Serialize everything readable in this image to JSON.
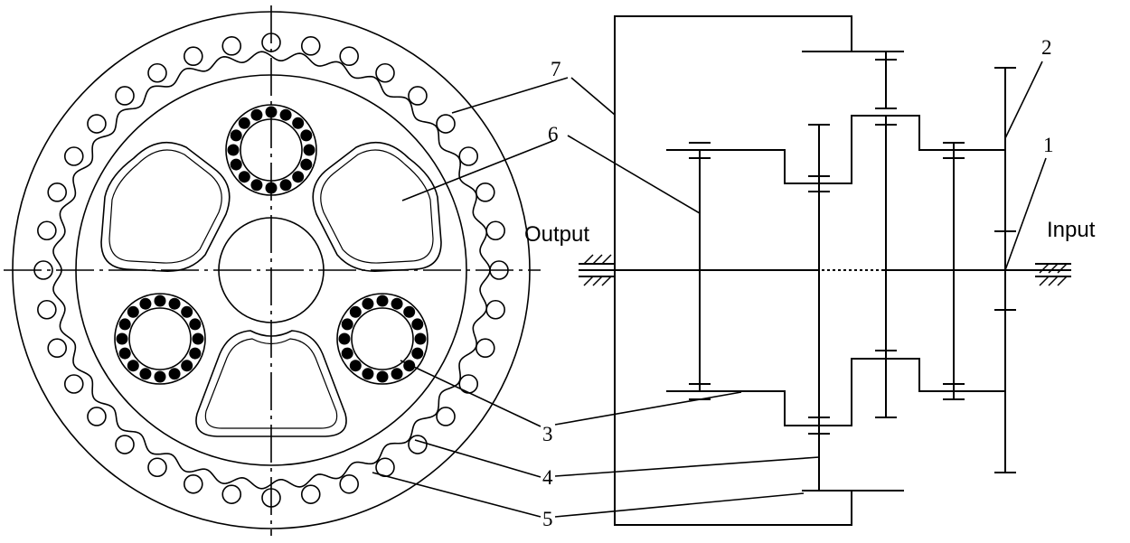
{
  "labels": {
    "output": "Output",
    "input": "Input"
  },
  "part_numbers": {
    "p1": "1",
    "p2": "2",
    "p3": "3",
    "p4": "4",
    "p5": "5",
    "p6": "6",
    "p7": "7"
  }
}
